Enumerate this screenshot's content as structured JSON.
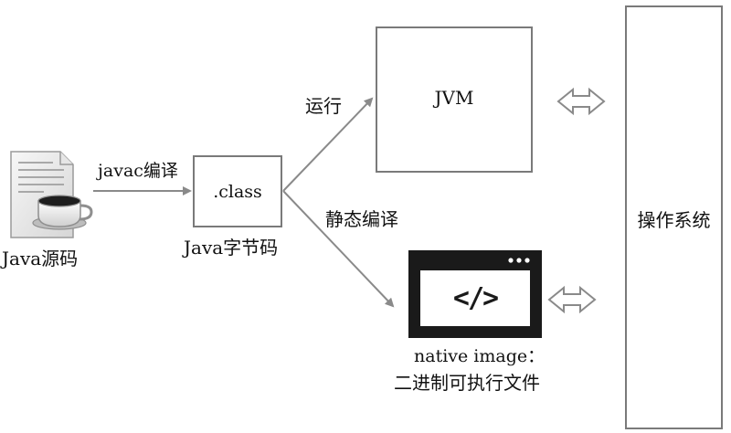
{
  "source": {
    "label": "Java源码"
  },
  "edge_javac": {
    "label": "javac编译"
  },
  "class_box": {
    "text": ".class",
    "caption": "Java字节码"
  },
  "edge_run": {
    "label": "运行"
  },
  "jvm_box": {
    "text": "JVM"
  },
  "edge_static": {
    "label": "静态编译"
  },
  "native_box": {
    "code_glyph": "</>",
    "caption_line1": "native image：",
    "caption_line2": "二进制可执行文件"
  },
  "os_box": {
    "text": "操作系统"
  }
}
